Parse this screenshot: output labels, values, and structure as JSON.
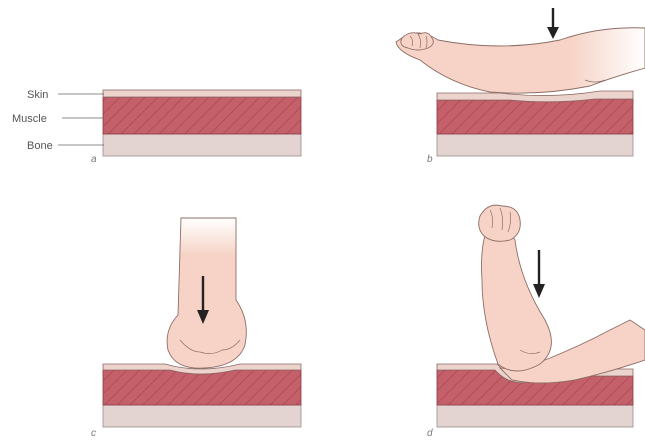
{
  "labels": {
    "skin": "Skin",
    "muscle": "Muscle",
    "bone": "Bone"
  },
  "panels": {
    "a": "a",
    "b": "b",
    "c": "c",
    "d": "d"
  },
  "colors": {
    "skin_layer": "#ecd3cc",
    "muscle_layer": "#c4606a",
    "muscle_hatch": "#a9424e",
    "bone_layer": "#e3d4d2",
    "arm": "#f6d3c6",
    "arm_outline": "#8d6e66",
    "arrow": "#222222"
  }
}
